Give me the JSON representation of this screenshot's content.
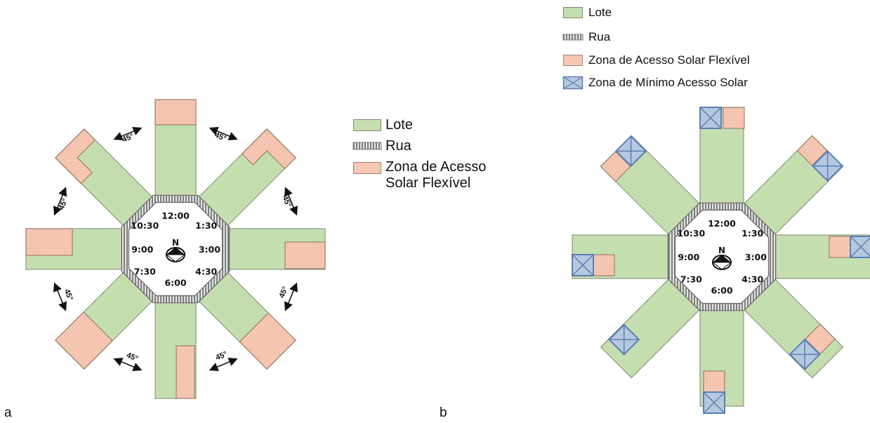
{
  "panel_a": {
    "letter": "a",
    "legend": {
      "lote": "Lote",
      "rua": "Rua",
      "zona_line1": "Zona de Acesso",
      "zona_line2": "Solar Flexível"
    },
    "angle_label": "45°"
  },
  "panel_b": {
    "letter": "b",
    "legend": {
      "lote": "Lote",
      "rua": "Rua",
      "zona": "Zona de Acesso Solar Flexível",
      "minimo": "Zona de Mínimo Acesso Solar"
    }
  },
  "clock": {
    "t1200": "12:00",
    "t0130": "1:30",
    "t0300": "3:00",
    "t0430": "4:30",
    "t0600": "6:00",
    "t0730": "7:30",
    "t0900": "9:00",
    "t1030": "10:30"
  },
  "north_label": "N",
  "colors": {
    "lote": "#c5deb0",
    "zona_acesso_solar_flexivel": "#f6c7b2",
    "zona_minimo_acesso_solar": "#b6c8de",
    "rua": "#9a9a9a"
  }
}
